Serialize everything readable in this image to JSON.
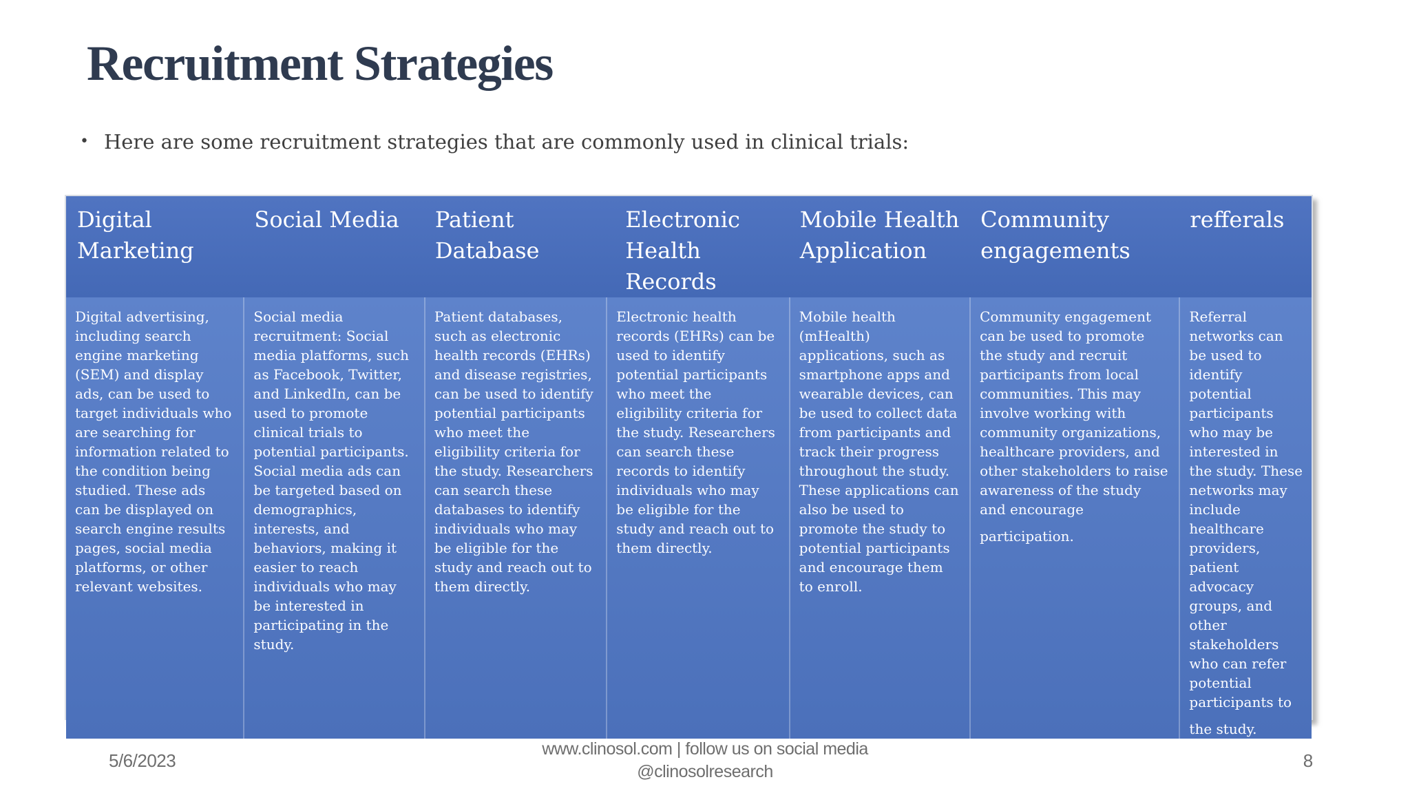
{
  "slide": {
    "title": "Recruitment Strategies",
    "bullet_glyph": "•",
    "bullet": "Here are some recruitment strategies that are commonly used in clinical trials:"
  },
  "table": {
    "columns": [
      {
        "header": "Digital Marketing",
        "body": "Digital advertising, including search engine marketing (SEM) and display ads, can be used to target individuals who are searching for information related to the condition being studied. These ads can be displayed on search engine results pages, social media platforms, or other relevant websites.",
        "tail": ""
      },
      {
        "header": "Social Media",
        "body": "Social media recruitment: Social media platforms, such as Facebook, Twitter, and LinkedIn, can be used to promote clinical trials to potential participants. Social media ads can be targeted based on demographics, interests, and behaviors, making it easier to reach individuals who may be interested in participating in the study.",
        "tail": ""
      },
      {
        "header": "Patient Database",
        "body": "Patient databases, such as electronic health records (EHRs) and disease registries, can be used to identify potential participants who meet the eligibility criteria for the study. Researchers can search these databases to identify individuals who may be eligible for the study and reach out to them directly.",
        "tail": ""
      },
      {
        "header": "Electronic Health Records",
        "body": "Electronic health records (EHRs) can be used to identify potential participants who meet the eligibility criteria for the study. Researchers can search these records to identify individuals who may be eligible for the study and reach out to them directly.",
        "tail": ""
      },
      {
        "header": "Mobile Health Application",
        "body": "Mobile health (mHealth) applications, such as smartphone apps and wearable devices, can be used to collect data from participants and track their progress throughout the study. These applications can also be used to promote the study to potential participants and encourage them to enroll.",
        "tail": ""
      },
      {
        "header": "Community engagements",
        "body": "Community engagement can be used to promote the study and recruit participants from local communities. This may involve working with community organizations, healthcare providers, and other stakeholders to raise awareness of the study and encourage",
        "tail": "participation."
      },
      {
        "header": "refferals",
        "body": "Referral networks can be used to identify potential participants who may be interested in the study. These networks may include healthcare providers, patient advocacy groups, and other stakeholders who can refer potential participants to",
        "tail": "the study."
      }
    ]
  },
  "footer": {
    "date": "5/6/2023",
    "center_line1": "www.clinosol.com | follow us on social media",
    "center_line2": "@clinosolresearch",
    "page_number": "8"
  },
  "colors": {
    "header_blue_top": "#5074C1",
    "header_blue_bottom": "#4469B6",
    "body_blue_top": "#5E83CB",
    "body_blue_bottom": "#4B70BA",
    "title_text": "#2F3B50",
    "body_text_on_blue": "#FBFCFF",
    "footer_gray": "#6E6E6E"
  }
}
